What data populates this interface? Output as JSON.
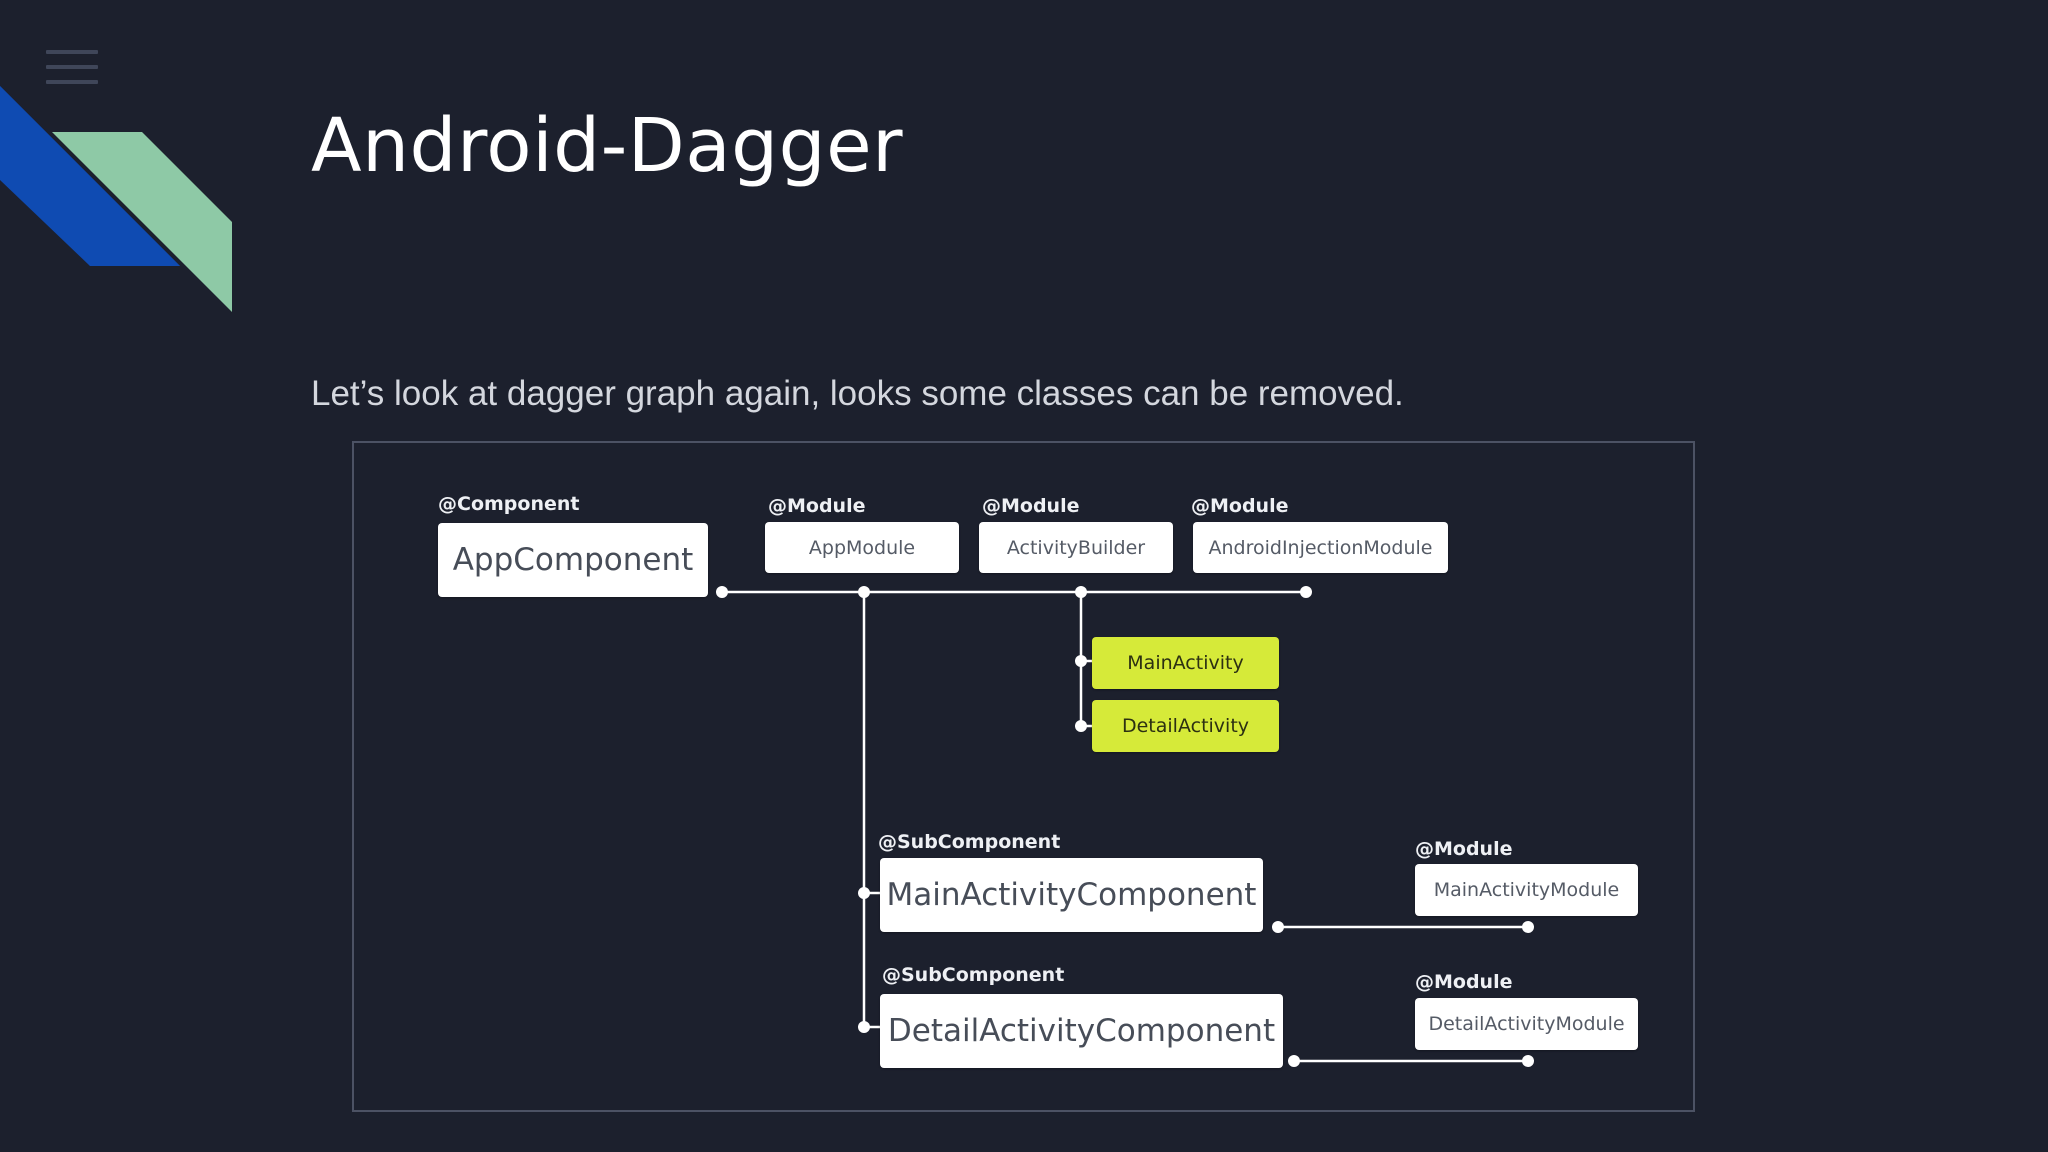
{
  "slide": {
    "title": "Android-Dagger",
    "subtitle": "Let’s look at dagger graph again, looks some classes can be removed."
  },
  "colors": {
    "background": "#1c202d",
    "deco_blue": "#0f4bb2",
    "deco_green": "#8ec9a6",
    "activity_box": "#d6ea39",
    "connector": "#ffffff"
  },
  "icons": {
    "menu": "hamburger-menu-icon"
  },
  "diagram": {
    "app_component": {
      "annotation": "@Component",
      "label": "AppComponent"
    },
    "modules": [
      {
        "annotation": "@Module",
        "label": "AppModule"
      },
      {
        "annotation": "@Module",
        "label": "ActivityBuilder"
      },
      {
        "annotation": "@Module",
        "label": "AndroidInjectionModule"
      }
    ],
    "activities": [
      {
        "label": "MainActivity"
      },
      {
        "label": "DetailActivity"
      }
    ],
    "subcomponents": [
      {
        "annotation": "@SubComponent",
        "label": "MainActivityComponent",
        "module": {
          "annotation": "@Module",
          "label": "MainActivityModule"
        }
      },
      {
        "annotation": "@SubComponent",
        "label": "DetailActivityComponent",
        "module": {
          "annotation": "@Module",
          "label": "DetailActivityModule"
        }
      }
    ]
  }
}
